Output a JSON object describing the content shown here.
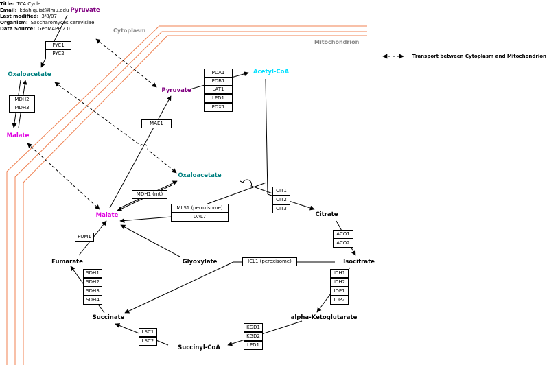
{
  "meta": {
    "title_label": "Title:",
    "title": "TCA Cycle",
    "email_label": "Email:",
    "email": "kdahlquist@lmu.edu",
    "modified_label": "Last modified:",
    "modified": "3/8/07",
    "organism_label": "Organism:",
    "organism": "Saccharomyces cerevisiae",
    "source_label": "Data Source:",
    "source": "GenMAPP 2.0"
  },
  "compartments": {
    "cytoplasm": "Cytoplasm",
    "mitochondrion": "Mitochondrion"
  },
  "legend": {
    "text": "Transport between Cytoplasm and Mitochondrion"
  },
  "colors": {
    "purple": "#800080",
    "teal": "#008080",
    "magenta": "#e000e0",
    "cyan": "#00e0ff",
    "membrane": "#f08050",
    "dash": "#000000"
  },
  "metabolites": {
    "pyruvate_cyto": "Pyruvate",
    "oxaloacetate_cyto": "Oxaloacetate",
    "malate_cyto": "Malate",
    "pyruvate_mito": "Pyruvate",
    "acetyl_coa": "Acetyl-CoA",
    "oxaloacetate_mito": "Oxaloacetate",
    "malate_mito": "Malate",
    "citrate": "Citrate",
    "isocitrate": "Isocitrate",
    "glyoxylate": "Glyoxylate",
    "fumarate": "Fumarate",
    "succinate": "Succinate",
    "akg": "alpha-Ketoglutarate",
    "succinyl_coa": "Succinyl-CoA"
  },
  "genes": {
    "pyc": [
      "PYC1",
      "PYC2"
    ],
    "mdh_cyto": [
      "MDH2",
      "MDH3"
    ],
    "pda": [
      "PDA1",
      "PDB1",
      "LAT1",
      "LPD1",
      "PDX1"
    ],
    "mae": [
      "MAE1"
    ],
    "mdh_mt": [
      "MDH1 (mt)"
    ],
    "cit": [
      "CIT1",
      "CIT2",
      "CIT3"
    ],
    "mls": [
      "MLS1 (peroxisome)",
      "DAL7"
    ],
    "aco": [
      "ACO1",
      "ACO2"
    ],
    "fum": [
      "FUM1"
    ],
    "icl": [
      "ICL1 (peroxisome)"
    ],
    "sdh": [
      "SDH1",
      "SDH2",
      "SDH3",
      "SDH4"
    ],
    "idh": [
      "IDH1",
      "IDH2",
      "IDP1",
      "IDP2"
    ],
    "lsc": [
      "LSC1",
      "LSC2"
    ],
    "kgd": [
      "KGD1",
      "KGD2",
      "LPD1"
    ]
  }
}
